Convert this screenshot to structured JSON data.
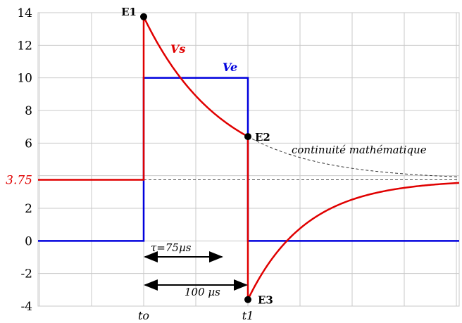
{
  "chart_data": {
    "type": "line",
    "title": "",
    "xlabel": "",
    "ylabel": "",
    "ylim": [
      -4,
      14
    ],
    "y_ticks": [
      "14",
      "12",
      "10",
      "8",
      "6",
      "3.75",
      "2",
      "0",
      "-2",
      "-4"
    ],
    "x_ticks": [
      "to",
      "t1"
    ],
    "grid": true,
    "series": [
      {
        "name": "Ve",
        "color": "#0000dd",
        "points": [
          [
            "before",
            0
          ],
          [
            "to",
            0
          ],
          [
            "to",
            10
          ],
          [
            "t1",
            10
          ],
          [
            "t1",
            0
          ],
          [
            "end",
            0
          ]
        ]
      },
      {
        "name": "Vs",
        "color": "#e00000",
        "initial_level": 3.75,
        "rise_to": 13.75,
        "at_t1_before_drop": 6.4,
        "at_t1_after_drop": -3.6,
        "asymptote": 3.75
      }
    ],
    "points": [
      {
        "label": "E1",
        "y": 13.75
      },
      {
        "label": "E2",
        "y": 6.4
      },
      {
        "label": "E3",
        "y": -3.6
      }
    ],
    "annotations": {
      "tau": "τ=75µs",
      "duration": "100 µs",
      "continuation": "continuité mathématique"
    },
    "asymptote_value": "3.75"
  }
}
